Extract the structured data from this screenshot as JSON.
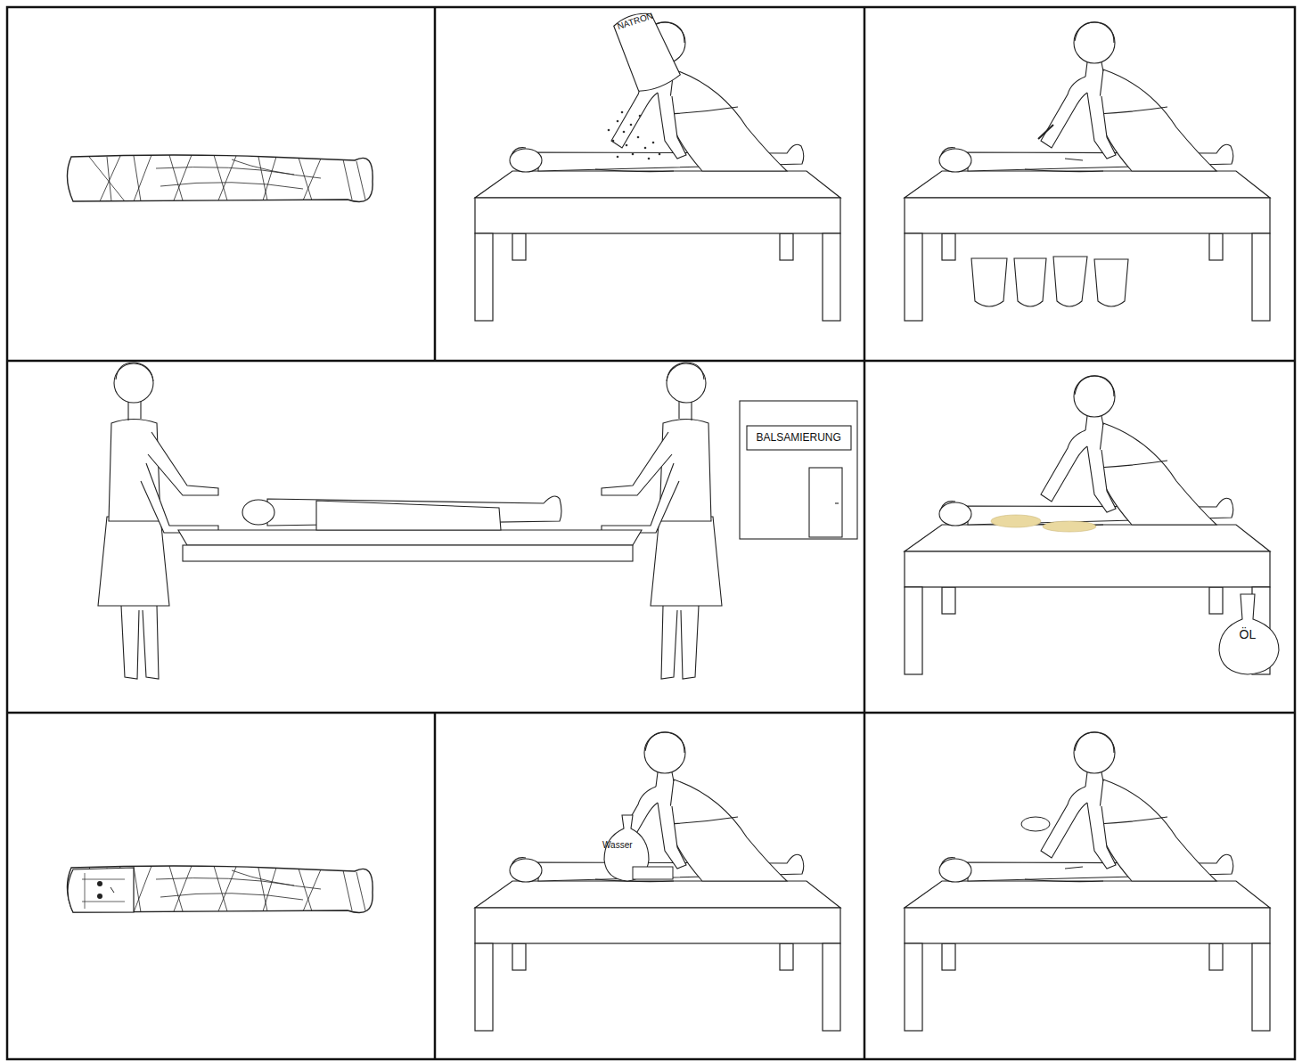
{
  "diagram": {
    "labels": [
      "NATRON",
      "BALSAMIERUNG",
      "ÖL",
      "Wasser"
    ]
  }
}
